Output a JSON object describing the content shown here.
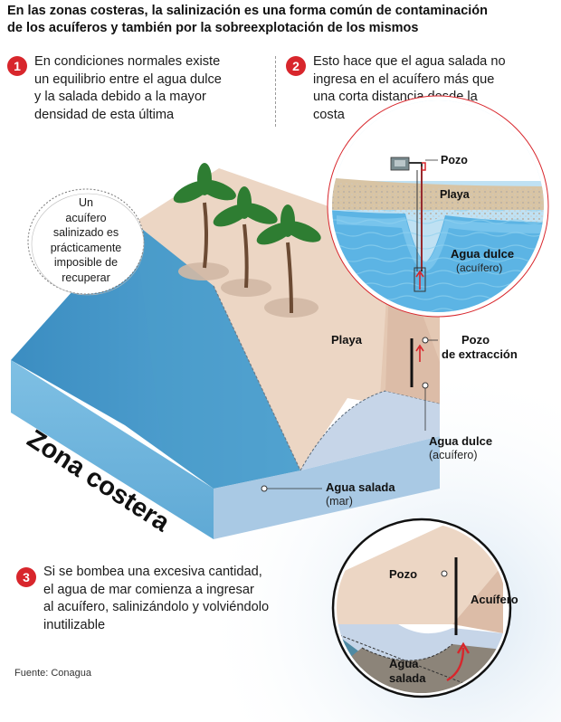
{
  "title": {
    "line1": "En las zonas costeras, la salinización es una forma común de contaminación",
    "line2": "de los acuíferos y también por la sobreexplotación de los mismos"
  },
  "steps": [
    {
      "number": "1",
      "lines": [
        "En condiciones normales existe",
        "un equilibrio entre el agua dulce",
        "y la salada debido a la mayor",
        "densidad de esta última"
      ]
    },
    {
      "number": "2",
      "lines": [
        "Esto hace que el agua salada no",
        "ingresa en el acuífero más que",
        "una corta distancia desde la",
        "costa"
      ]
    },
    {
      "number": "3",
      "lines": [
        "Si se bombea una excesiva cantidad,",
        "el agua de mar comienza a ingresar",
        "al acuífero, salinizándolo y volviéndolo",
        "inutilizable"
      ]
    }
  ],
  "bubble": {
    "lines": [
      "Un",
      "acuífero",
      "salinizado es",
      "prácticamente",
      "imposible de",
      "recuperar"
    ]
  },
  "main_diagram": {
    "zone_label": "Zona costera",
    "beach_label": "Playa",
    "well_label": {
      "line1": "Pozo",
      "line2": "de extracción"
    },
    "fresh_label": {
      "bold": "Agua dulce",
      "sub": "(acuífero)"
    },
    "salt_label": {
      "bold": "Agua salada",
      "sub": "(mar)"
    }
  },
  "inset_top": {
    "well": "Pozo",
    "beach": "Playa",
    "fresh_bold": "Agua dulce",
    "fresh_sub": "(acuífero)"
  },
  "inset_bottom": {
    "well": "Pozo",
    "aquifer": "Acuífero",
    "salt_line1": "Agua",
    "salt_line2": "salada"
  },
  "source": "Fuente: Conagua",
  "colors": {
    "accent_red": "#d8262c",
    "sea_dark": "#3d8fc2",
    "sea_light": "#6fb7df",
    "sand": "#ecd6c4",
    "aquifer": "#c6d5e8",
    "deep_ground": "#8c8479"
  }
}
